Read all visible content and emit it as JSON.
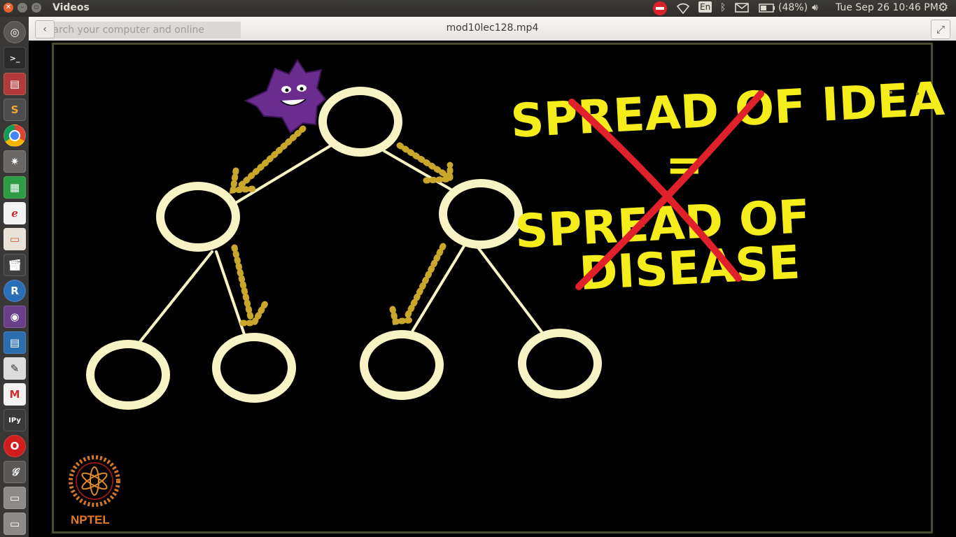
{
  "panel": {
    "app_name": "Videos",
    "keyboard_layout": "En",
    "battery": "(48%)",
    "clock": "Tue Sep 26 10:46 PM"
  },
  "header": {
    "search_placeholder": "Search your computer and online sources",
    "video_title": "mod10lec128.mp4"
  },
  "launcher": {
    "items": [
      "dash-home",
      "terminal",
      "files-archive",
      "sublime-text",
      "chrome",
      "settings",
      "spreadsheet",
      "evince",
      "presentation",
      "video-editor",
      "r-studio",
      "screen-recorder",
      "document-viewer",
      "text-editor",
      "gmail",
      "ipython",
      "opera",
      "gimp",
      "drive-1",
      "drive-2"
    ]
  },
  "slide": {
    "line1": "SPREAD OF IDEA",
    "equals": "=",
    "line2": "SPREAD OF",
    "line3": "DISEASE",
    "logo_text": "NPTEL",
    "colors": {
      "text": "#f5ec1c",
      "node": "#f8f3c4",
      "arrow": "#c8a72a",
      "cross": "#e0202a",
      "virus": "#6a2d8f"
    }
  }
}
